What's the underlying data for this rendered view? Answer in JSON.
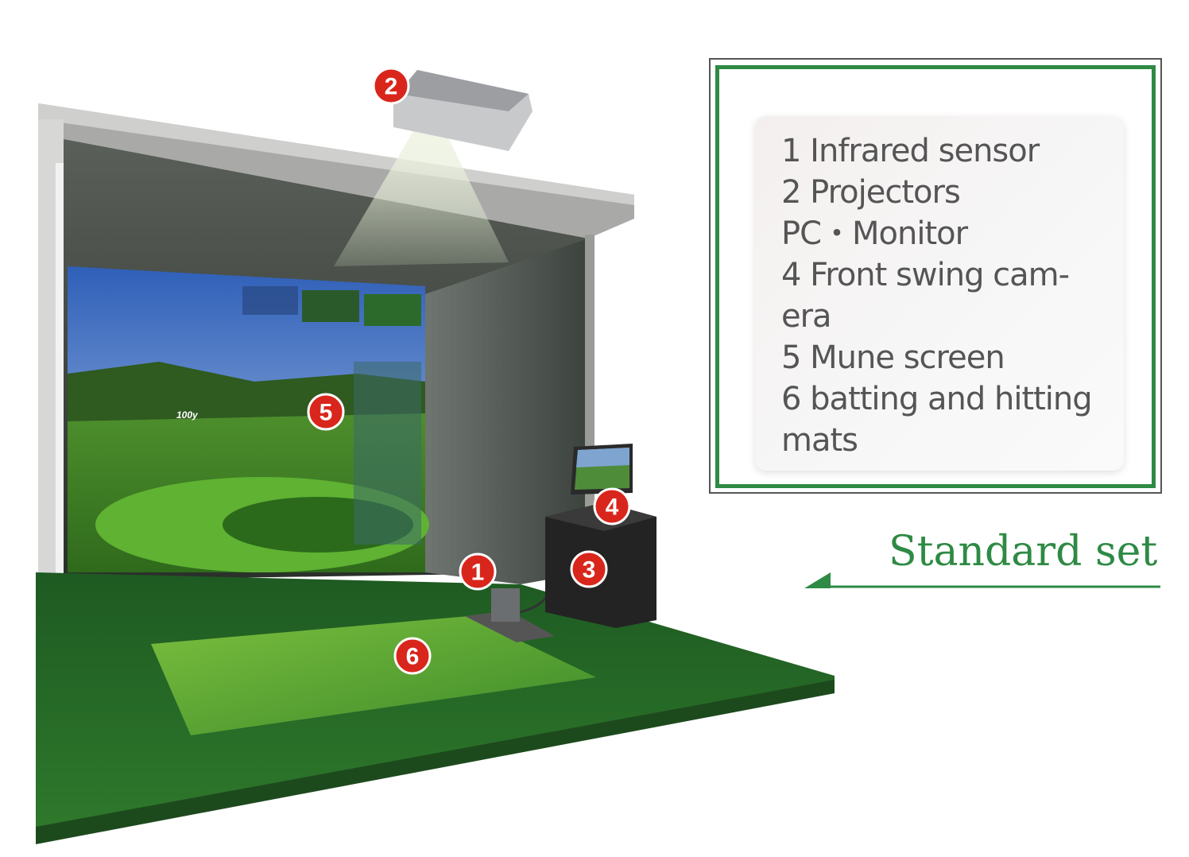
{
  "legend": {
    "items": [
      "1 Infrared sensor",
      "2 Projectors",
      "PC・Monitor",
      "4 Front swing cam-",
      "era",
      "5 Mune screen",
      "6 batting and hitting",
      "mats"
    ]
  },
  "caption": "Standard set",
  "badges": [
    "1",
    "2",
    "3",
    "4",
    "5",
    "6"
  ],
  "screen_overlay": {
    "distance_a": "100y"
  },
  "colors": {
    "accent_green": "#2e8a44",
    "badge_red": "#d9261c"
  }
}
